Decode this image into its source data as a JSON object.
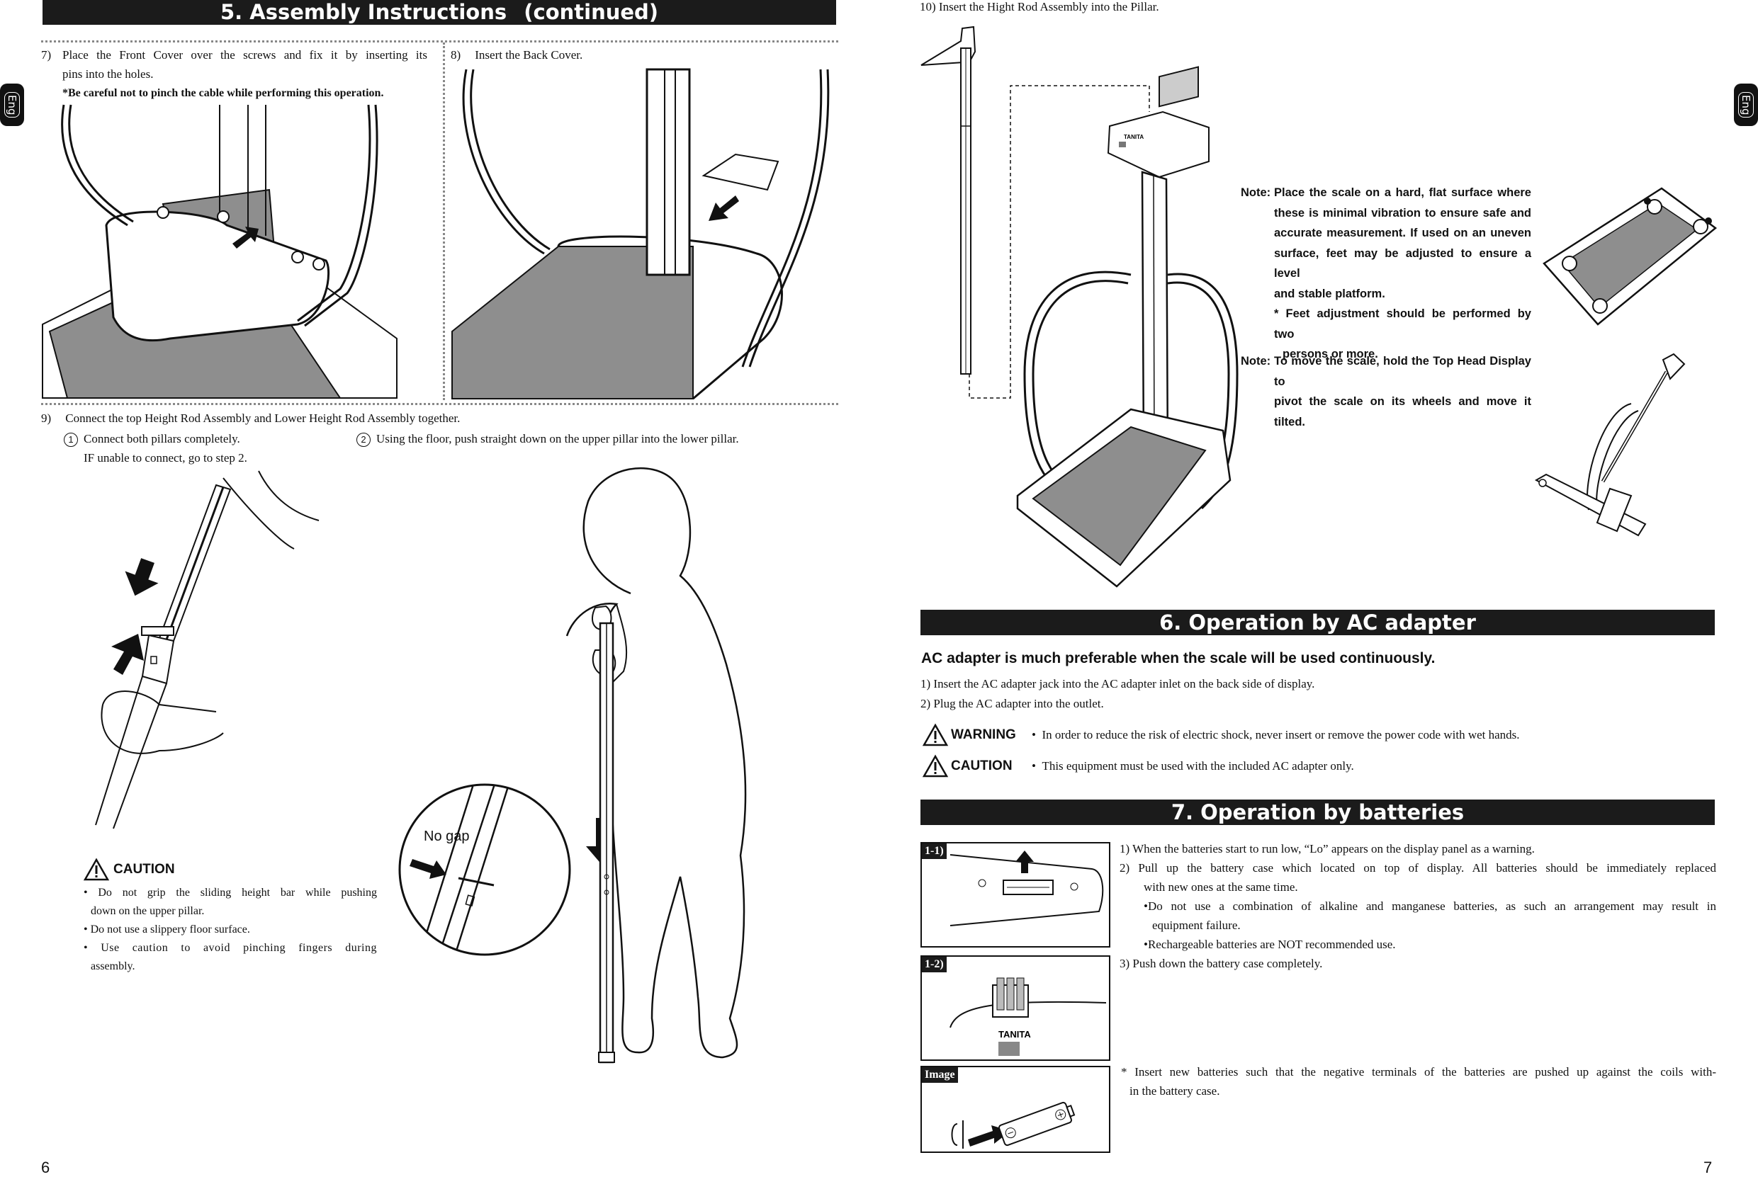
{
  "left_page": {
    "header": {
      "title": "5. Assembly Instructions",
      "continued": "(continued)"
    },
    "tab_label": "Eng",
    "step7": {
      "num": "7)",
      "text_line1": "Place the Front Cover over the screws and fix it by inserting its",
      "text_line2": "pins into the holes.",
      "warning": "*Be careful not to pinch the cable while performing this operation."
    },
    "step8": {
      "num": "8)",
      "text": "Insert the Back Cover."
    },
    "step9": {
      "num": "9)",
      "text": "Connect the top Height Rod Assembly and Lower Height Rod Assembly together.",
      "sub1_marker": "1",
      "sub1_line1": "Connect both pillars completely.",
      "sub1_line2": "IF unable to connect, go to step 2.",
      "sub2_marker": "2",
      "sub2_text": "Using the floor, push straight down on the upper pillar into the lower pillar."
    },
    "zoom_label": "No gap",
    "caution": {
      "title": "CAUTION",
      "items": [
        "Do not grip the sliding height bar while pushing",
        "down on the upper pillar.",
        "Do not use a slippery floor surface.",
        "Use caution to avoid pinching fingers during",
        "assembly."
      ]
    },
    "page_number": "6"
  },
  "right_page": {
    "tab_label": "Eng",
    "step10": "10) Insert the Hight Rod Assembly into the Pillar.",
    "display_brand": "TANITA",
    "note1": {
      "label": "Note:",
      "lines": [
        "Place the scale on a hard, flat surface where",
        "these is minimal vibration to ensure safe and",
        "accurate measurement. If used on an uneven",
        "surface, feet may be adjusted to ensure a level",
        "and stable platform.",
        "* Feet adjustment should be performed by two",
        "persons or more."
      ]
    },
    "note2": {
      "label": "Note:",
      "lines": [
        "To move the scale, hold the Top Head Display to",
        "pivot the scale on its wheels and move it tilted."
      ]
    },
    "section6": {
      "title": "6. Operation by AC adapter",
      "subtitle": "AC adapter is much preferable when the scale will be used continuously.",
      "steps": [
        "1)    Insert the AC adapter jack into the AC adapter inlet on the back side of display.",
        "2)    Plug the AC adapter into the outlet."
      ],
      "warning_label": "WARNING",
      "warning_text": "In order to reduce the risk of electric shock, never insert or remove the power code with wet hands.",
      "caution_label": "CAUTION",
      "caution_text": "This equipment must be used with the included AC adapter only."
    },
    "section7": {
      "title": "7. Operation by batteries",
      "img1_label": "1-1)",
      "img2_label": "1-2)",
      "img3_label": "Image",
      "img2_brand": "TANITA",
      "step1": "1)    When the batteries start to run low, “Lo” appears on the display panel as a warning.",
      "step2_line1": "2)    Pull up the battery case which located on top of display. All batteries should be immediately replaced",
      "step2_line2": "with new ones at the same time.",
      "bullet1_line1": "•Do not use a combination of alkaline and manganese batteries, as such an arrangement may result in",
      "bullet1_line2": "equipment failure.",
      "bullet2": "•Rechargeable batteries are NOT recommended use.",
      "step3": "3)    Push down the battery case completely.",
      "footnote_line1": "* Insert new batteries such that the negative terminals of the batteries are pushed up against the coils with-",
      "footnote_line2": "in the battery case."
    },
    "page_number": "7"
  },
  "colors": {
    "bar": "#1b1b1b",
    "gray_plate": "#8e8e8e",
    "dotted": "#888888"
  }
}
